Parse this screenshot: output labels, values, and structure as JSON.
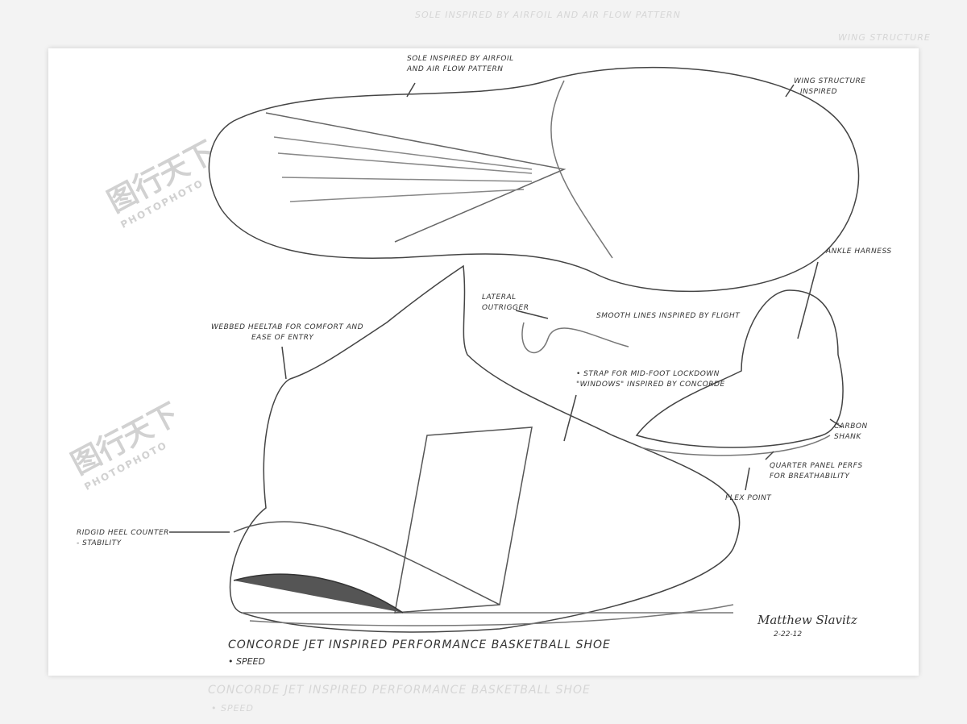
{
  "ghost_text": {
    "sole": "SOLE INSPIRED BY AIRFOIL AND AIR FLOW PATTERN",
    "wing": "WING STRUCTURE",
    "title": "CONCORDE JET INSPIRED PERFORMANCE BASKETBALL SHOE",
    "speed": "• SPEED"
  },
  "annotations": {
    "sole_line1": "Sole inspired by airfoil",
    "sole_line2": "and air flow pattern",
    "wing_line1": "Wing structure",
    "wing_line2": "inspired",
    "lateral_line1": "Lateral",
    "lateral_line2": "outrigger",
    "smooth_lines": "Smooth lines inspired by flight",
    "ankle_harness": "Ankle harness",
    "heeltab_line1": "Webbed heeltab for comfort and",
    "heeltab_line2": "ease of entry",
    "strap_line1": "• Strap for mid-foot lockdown",
    "strap_line2": "\"Windows\" inspired by Concorde",
    "carbon_line1": "Carbon",
    "carbon_line2": "shank",
    "quarter_line1": "Quarter panel perfs",
    "quarter_line2": "for breathability",
    "flex_point": "Flex point",
    "heel_counter_line1": "Ridgid heel counter",
    "heel_counter_line2": "- stability"
  },
  "title": "CONCORDE JET INSPIRED PERFORMANCE BASKETBALL SHOE",
  "bullets": [
    "• SPEED"
  ],
  "signature": "Matthew Slavitz",
  "date": "2-22-12",
  "watermark": {
    "text": "图行天下",
    "sub": "PHOTOPHOTO"
  }
}
